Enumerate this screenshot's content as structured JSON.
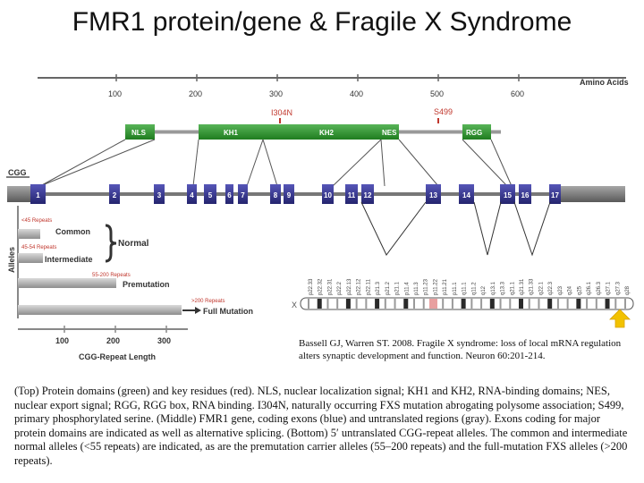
{
  "title": "FMR1 protein/gene & Fragile X Syndrome",
  "protein_axis": {
    "label": "Amino Acids",
    "ticks": [
      "100",
      "200",
      "300",
      "400",
      "500",
      "600"
    ]
  },
  "residues": {
    "i304n": "I304N",
    "s499": "S499"
  },
  "domains": [
    "NLS",
    "KH1",
    "KH2",
    "NES",
    "RGG"
  ],
  "cgg_label": "CGG",
  "exons": [
    "1",
    "2",
    "3",
    "4",
    "5",
    "6",
    "7",
    "8",
    "9",
    "10",
    "11",
    "12",
    "13",
    "14",
    "15",
    "16",
    "17"
  ],
  "alleles": {
    "axis_label": "Alleles",
    "common_range": "<45 Repeats",
    "common": "Common",
    "intermediate_range": "45-54 Repeats",
    "intermediate": "Intermediate",
    "normal": "Normal",
    "premutation_range": "55-200 Repeats",
    "premutation": "Premutation",
    "full_range": ">200 Repeats",
    "full": "Full Mutation"
  },
  "cgg_axis": {
    "ticks": [
      "100",
      "200",
      "300"
    ],
    "label": "CGG-Repeat Length"
  },
  "chromosome": {
    "label": "X",
    "bands": [
      "p22.33",
      "p22.32",
      "p22.31",
      "p22.2",
      "p22.13",
      "p22.12",
      "p22.11",
      "p21.3",
      "p21.2",
      "p21.1",
      "p11.4",
      "p11.3",
      "p11.23",
      "p11.22",
      "p11.21",
      "p11.1",
      "q11.1",
      "q11.2",
      "q12",
      "q13.1",
      "q13.3",
      "q21.1",
      "q21.31",
      "q21.33",
      "q22.1",
      "q22.3",
      "q23",
      "q24",
      "q25",
      "q26.1",
      "q26.3",
      "q27.1",
      "q27.3",
      "q28"
    ]
  },
  "citation": "Bassell GJ, Warren ST. 2008. Fragile X syndrome: loss of local mRNA regulation alters synaptic development and function. Neuron 60:201-214.",
  "caption": "(Top) Protein domains (green) and key residues (red). NLS, nuclear localization signal; KH1 and KH2, RNA-binding domains; NES, nuclear export signal; RGG, RGG box, RNA binding. I304N, naturally occurring FXS mutation abrogating polysome association; S499, primary phosphorylated serine. (Middle) FMR1 gene, coding exons (blue) and untranslated regions (gray). Exons coding for major protein domains are indicated as well as alternative splicing. (Bottom) 5′ untranslated CGG-repeat alleles. The common and intermediate normal alleles (<55 repeats) are indicated, as are the premutation carrier alleles (55–200 repeats) and the full-mutation FXS alleles (>200 repeats).",
  "colors": {
    "domain_green": "#2f9a2f",
    "exon_blue": "#30308e",
    "residue_red": "#c0362c",
    "allele_bar": "#b5b5b5",
    "arrow_yellow": "#f2c200"
  }
}
